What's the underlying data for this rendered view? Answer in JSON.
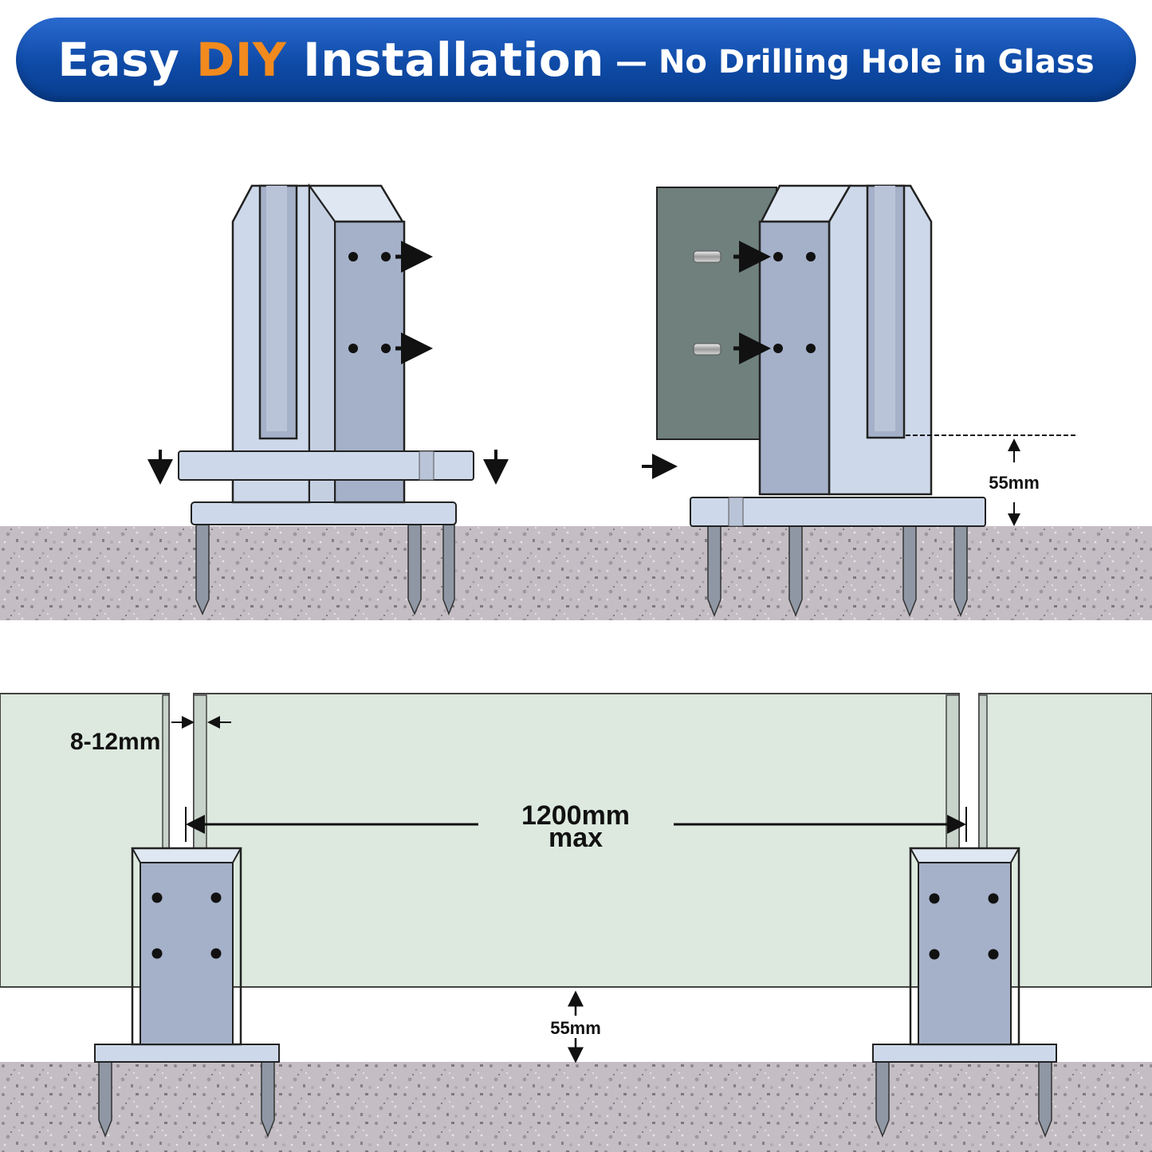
{
  "banner": {
    "title_part1": "Easy",
    "title_accent": "DIY",
    "title_part2": "Installation",
    "subtitle": "— No Drilling Hole in Glass",
    "bg_color": "#0e4aa6",
    "accent_color": "#f28a1e"
  },
  "step1": {
    "icons": [
      "down-arrow-icon",
      "right-arrow-icon"
    ]
  },
  "step2": {
    "height_label": "55mm",
    "icons": [
      "right-arrow-icon",
      "bolt-icon"
    ]
  },
  "overview": {
    "gap_label": "8-12mm",
    "span_label_line1": "1200mm",
    "span_label_line2": "max",
    "height_label": "55mm"
  },
  "colors": {
    "glass_tint": "#dde9df",
    "glass_dark": "#6f807d",
    "steel": "#a5b1c9",
    "steel_light": "#ccd9ea",
    "concrete": "#c4bec4"
  }
}
